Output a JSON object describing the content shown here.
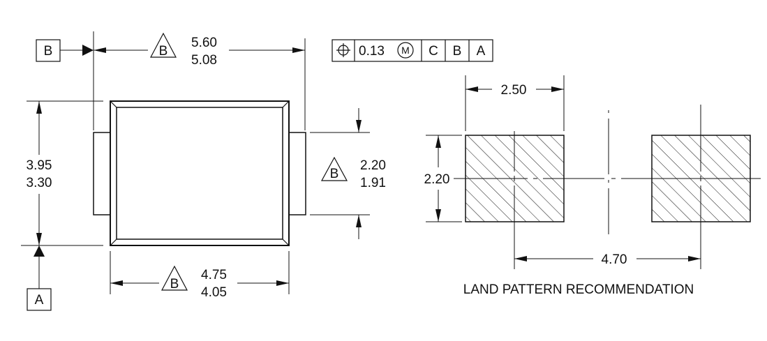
{
  "datums": {
    "a": "A",
    "b": "B"
  },
  "top_width": {
    "max": "5.60",
    "min": "5.08",
    "datum": "B"
  },
  "fcf": {
    "tolerance": "0.13",
    "modifier": "M",
    "datum1": "C",
    "datum2": "B",
    "datum3": "A"
  },
  "left_height": {
    "max": "3.95",
    "min": "3.30"
  },
  "lead_width": {
    "max": "2.20",
    "min": "1.91",
    "datum": "B"
  },
  "body_width": {
    "max": "4.75",
    "min": "4.05",
    "datum": "B"
  },
  "land": {
    "pad_width": "2.50",
    "pad_height": "2.20",
    "pitch": "4.70",
    "title": "LAND PATTERN RECOMMENDATION"
  }
}
